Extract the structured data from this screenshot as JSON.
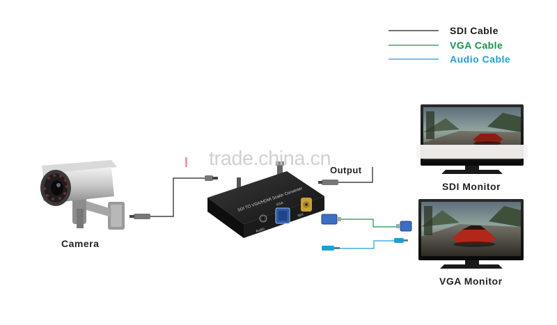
{
  "legend": {
    "sdi": {
      "label": "SDI Cable",
      "color": "#1a1a1a"
    },
    "vga": {
      "label": "VGA Cable",
      "color": "#109648"
    },
    "audio": {
      "label": "Audio Cable",
      "color": "#1aa0d8"
    }
  },
  "devices": {
    "camera": {
      "label": "Camera"
    },
    "converter": {
      "output_label": "Output",
      "port_labels": {
        "audio": "Audio",
        "vga": "VGA",
        "sdi": "SDI"
      },
      "panel_text": "SDI TO VGA/HDMI Scaler Converter"
    },
    "sdi_monitor": {
      "label": "SDI Monitor"
    },
    "vga_monitor": {
      "label": "VGA Monitor"
    }
  },
  "watermark": "trade.china.cn",
  "icons": [
    "camera-icon",
    "converter-box-icon",
    "monitor-icon",
    "vga-connector-icon",
    "rca-plug-icon",
    "bnc-plug-icon"
  ]
}
